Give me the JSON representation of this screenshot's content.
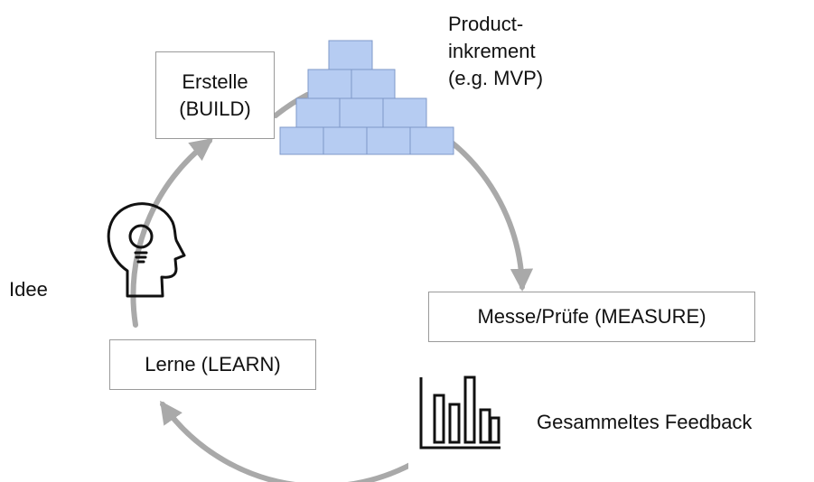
{
  "diagram": {
    "steps": {
      "build": "Erstelle\n(BUILD)",
      "measure": "Messe/Prüfe (MEASURE)",
      "learn": "Lerne (LEARN)"
    },
    "labels": {
      "idea": "Idee",
      "product_increment": "Product-\ninkrement\n(e.g. MVP)",
      "feedback": "Gesammeltes Feedback"
    },
    "icons": [
      "head-lightbulb-icon",
      "brick-pyramid-icon",
      "bar-chart-icon"
    ],
    "colors": {
      "cycle_arrow": "#a9a9a9",
      "brick_fill": "#b6ccf2",
      "brick_stroke": "#7f98c8",
      "box_border": "#9a9a9a"
    }
  }
}
